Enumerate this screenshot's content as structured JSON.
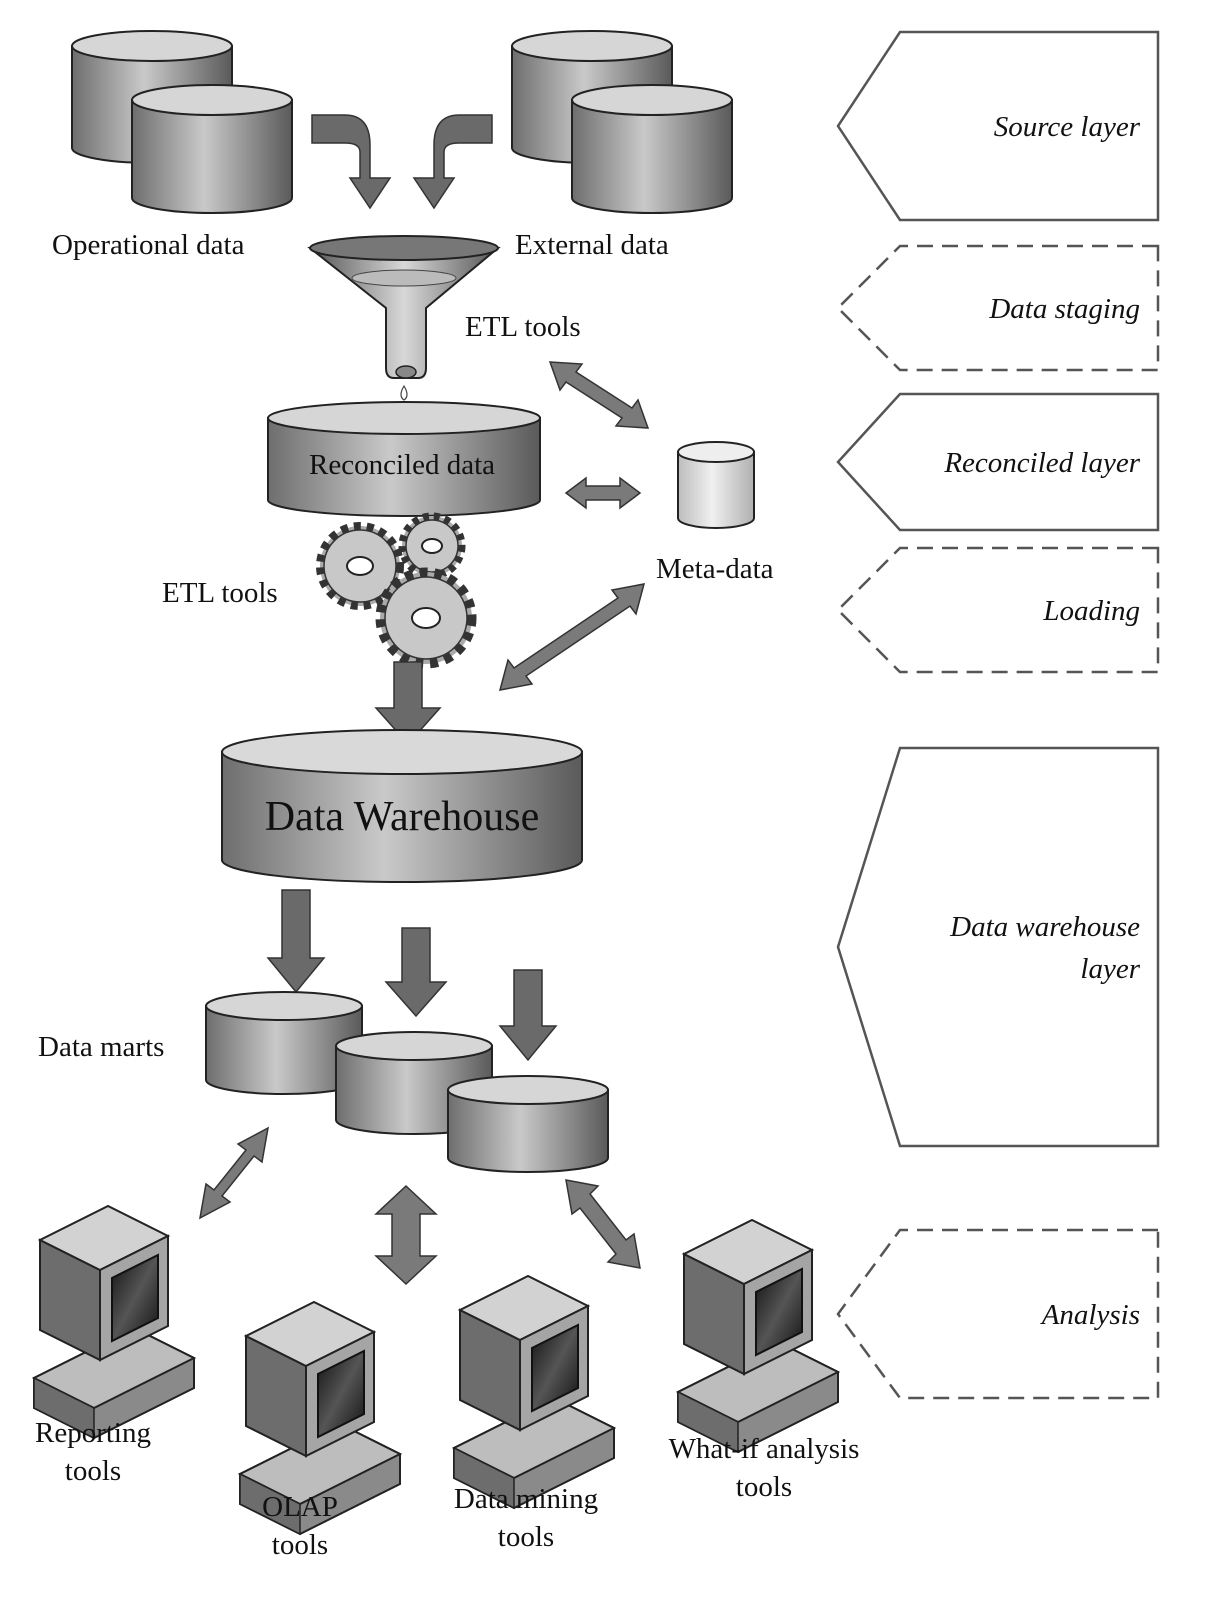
{
  "sources": {
    "operational": "Operational data",
    "external": "External data"
  },
  "etl_top": "ETL tools",
  "reconciled": "Reconciled data",
  "metadata": "Meta-data",
  "etl_gears": "ETL tools",
  "warehouse": "Data Warehouse",
  "data_marts": "Data marts",
  "tools": {
    "reporting": [
      "Reporting",
      "tools"
    ],
    "olap": [
      "OLAP",
      "tools"
    ],
    "mining": [
      "Data mining",
      "tools"
    ],
    "whatif": [
      "What-if analysis",
      "tools"
    ]
  },
  "layers": [
    {
      "lines": [
        "Source layer"
      ],
      "style": "solid"
    },
    {
      "lines": [
        "Data staging"
      ],
      "style": "dashed"
    },
    {
      "lines": [
        "Reconciled layer"
      ],
      "style": "solid"
    },
    {
      "lines": [
        "Loading"
      ],
      "style": "dashed"
    },
    {
      "lines": [
        "Data warehouse",
        "layer"
      ],
      "style": "solid"
    },
    {
      "lines": [
        "Analysis"
      ],
      "style": "dashed"
    }
  ]
}
